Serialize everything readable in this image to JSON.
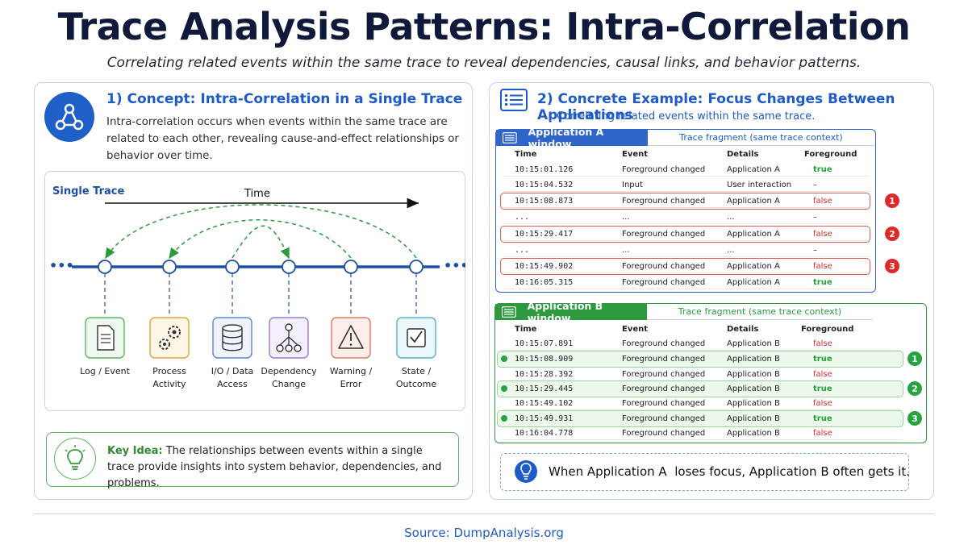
{
  "title": "Trace Analysis Patterns: Intra-Correlation",
  "subtitle": "Correlating related events within the same trace to reveal dependencies, causal links, and behavior patterns.",
  "concept": {
    "heading": "1) Concept: Intra-Correlation in a Single Trace",
    "text": "Intra-correlation occurs when events within the same trace are related to each other, revealing cause-and-effect relationships or behavior over time.",
    "trace_label": "Single Trace",
    "time_label": "Time",
    "events": [
      {
        "line1": "Log / Event",
        "line2": "",
        "icon": "document-icon"
      },
      {
        "line1": "Process",
        "line2": "Activity",
        "icon": "gears-icon"
      },
      {
        "line1": "I/O / Data",
        "line2": "Access",
        "icon": "database-icon"
      },
      {
        "line1": "Dependency",
        "line2": "Change",
        "icon": "hierarchy-icon"
      },
      {
        "line1": "Warning /",
        "line2": "Error",
        "icon": "warning-icon"
      },
      {
        "line1": "State /",
        "line2": "Outcome",
        "icon": "checkbox-icon"
      }
    ],
    "key_idea_label": "Key Idea:",
    "key_idea_text": " The relationships between events within a single trace provide insights into system behavior, dependencies, and problems."
  },
  "example": {
    "heading": "2) Concrete Example: Focus Changes Between Applications",
    "subheading": "Correlating related events within the same trace.",
    "columns": [
      "Time",
      "Event",
      "Details",
      "Foreground"
    ],
    "window_a": {
      "title": "Application A window",
      "fragment": "Trace fragment (same trace context)",
      "rows": [
        {
          "time": "10:15:01.126",
          "event": "Foreground changed",
          "details": "Application A",
          "fg": "true",
          "mark": ""
        },
        {
          "time": "10:15:04.532",
          "event": "Input",
          "details": "User interaction",
          "fg": "–",
          "mark": ""
        },
        {
          "time": "10:15:08.873",
          "event": "Foreground changed",
          "details": "Application A",
          "fg": "false",
          "mark": "1"
        },
        {
          "time": "...",
          "event": "...",
          "details": "...",
          "fg": "–",
          "mark": ""
        },
        {
          "time": "10:15:29.417",
          "event": "Foreground changed",
          "details": "Application A",
          "fg": "false",
          "mark": "2"
        },
        {
          "time": "...",
          "event": "...",
          "details": "...",
          "fg": "–",
          "mark": ""
        },
        {
          "time": "10:15:49.902",
          "event": "Foreground changed",
          "details": "Application A",
          "fg": "false",
          "mark": "3"
        },
        {
          "time": "10:16:05.315",
          "event": "Foreground changed",
          "details": "Application A",
          "fg": "true",
          "mark": ""
        }
      ]
    },
    "window_b": {
      "title": "Application B window",
      "fragment": "Trace fragment (same trace context)",
      "rows": [
        {
          "time": "10:15:07.891",
          "event": "Foreground changed",
          "details": "Application B",
          "fg": "false",
          "mark": ""
        },
        {
          "time": "10:15:08.909",
          "event": "Foreground changed",
          "details": "Application B",
          "fg": "true",
          "mark": "1"
        },
        {
          "time": "10:15:28.392",
          "event": "Foreground changed",
          "details": "Application B",
          "fg": "false",
          "mark": ""
        },
        {
          "time": "10:15:29.445",
          "event": "Foreground changed",
          "details": "Application B",
          "fg": "true",
          "mark": "2"
        },
        {
          "time": "10:15:49.102",
          "event": "Foreground changed",
          "details": "Application B",
          "fg": "false",
          "mark": ""
        },
        {
          "time": "10:15:49.931",
          "event": "Foreground changed",
          "details": "Application B",
          "fg": "true",
          "mark": "3"
        },
        {
          "time": "10:16:04.778",
          "event": "Foreground changed",
          "details": "Application B",
          "fg": "false",
          "mark": ""
        }
      ]
    },
    "conclusion": "When Application A  loses focus, Application B often gets it."
  },
  "source": "Source: DumpAnalysis.org",
  "colors": {
    "blue": "#1e5bc6",
    "green": "#27a340",
    "red": "#e02a2a",
    "title": "#10193a"
  }
}
